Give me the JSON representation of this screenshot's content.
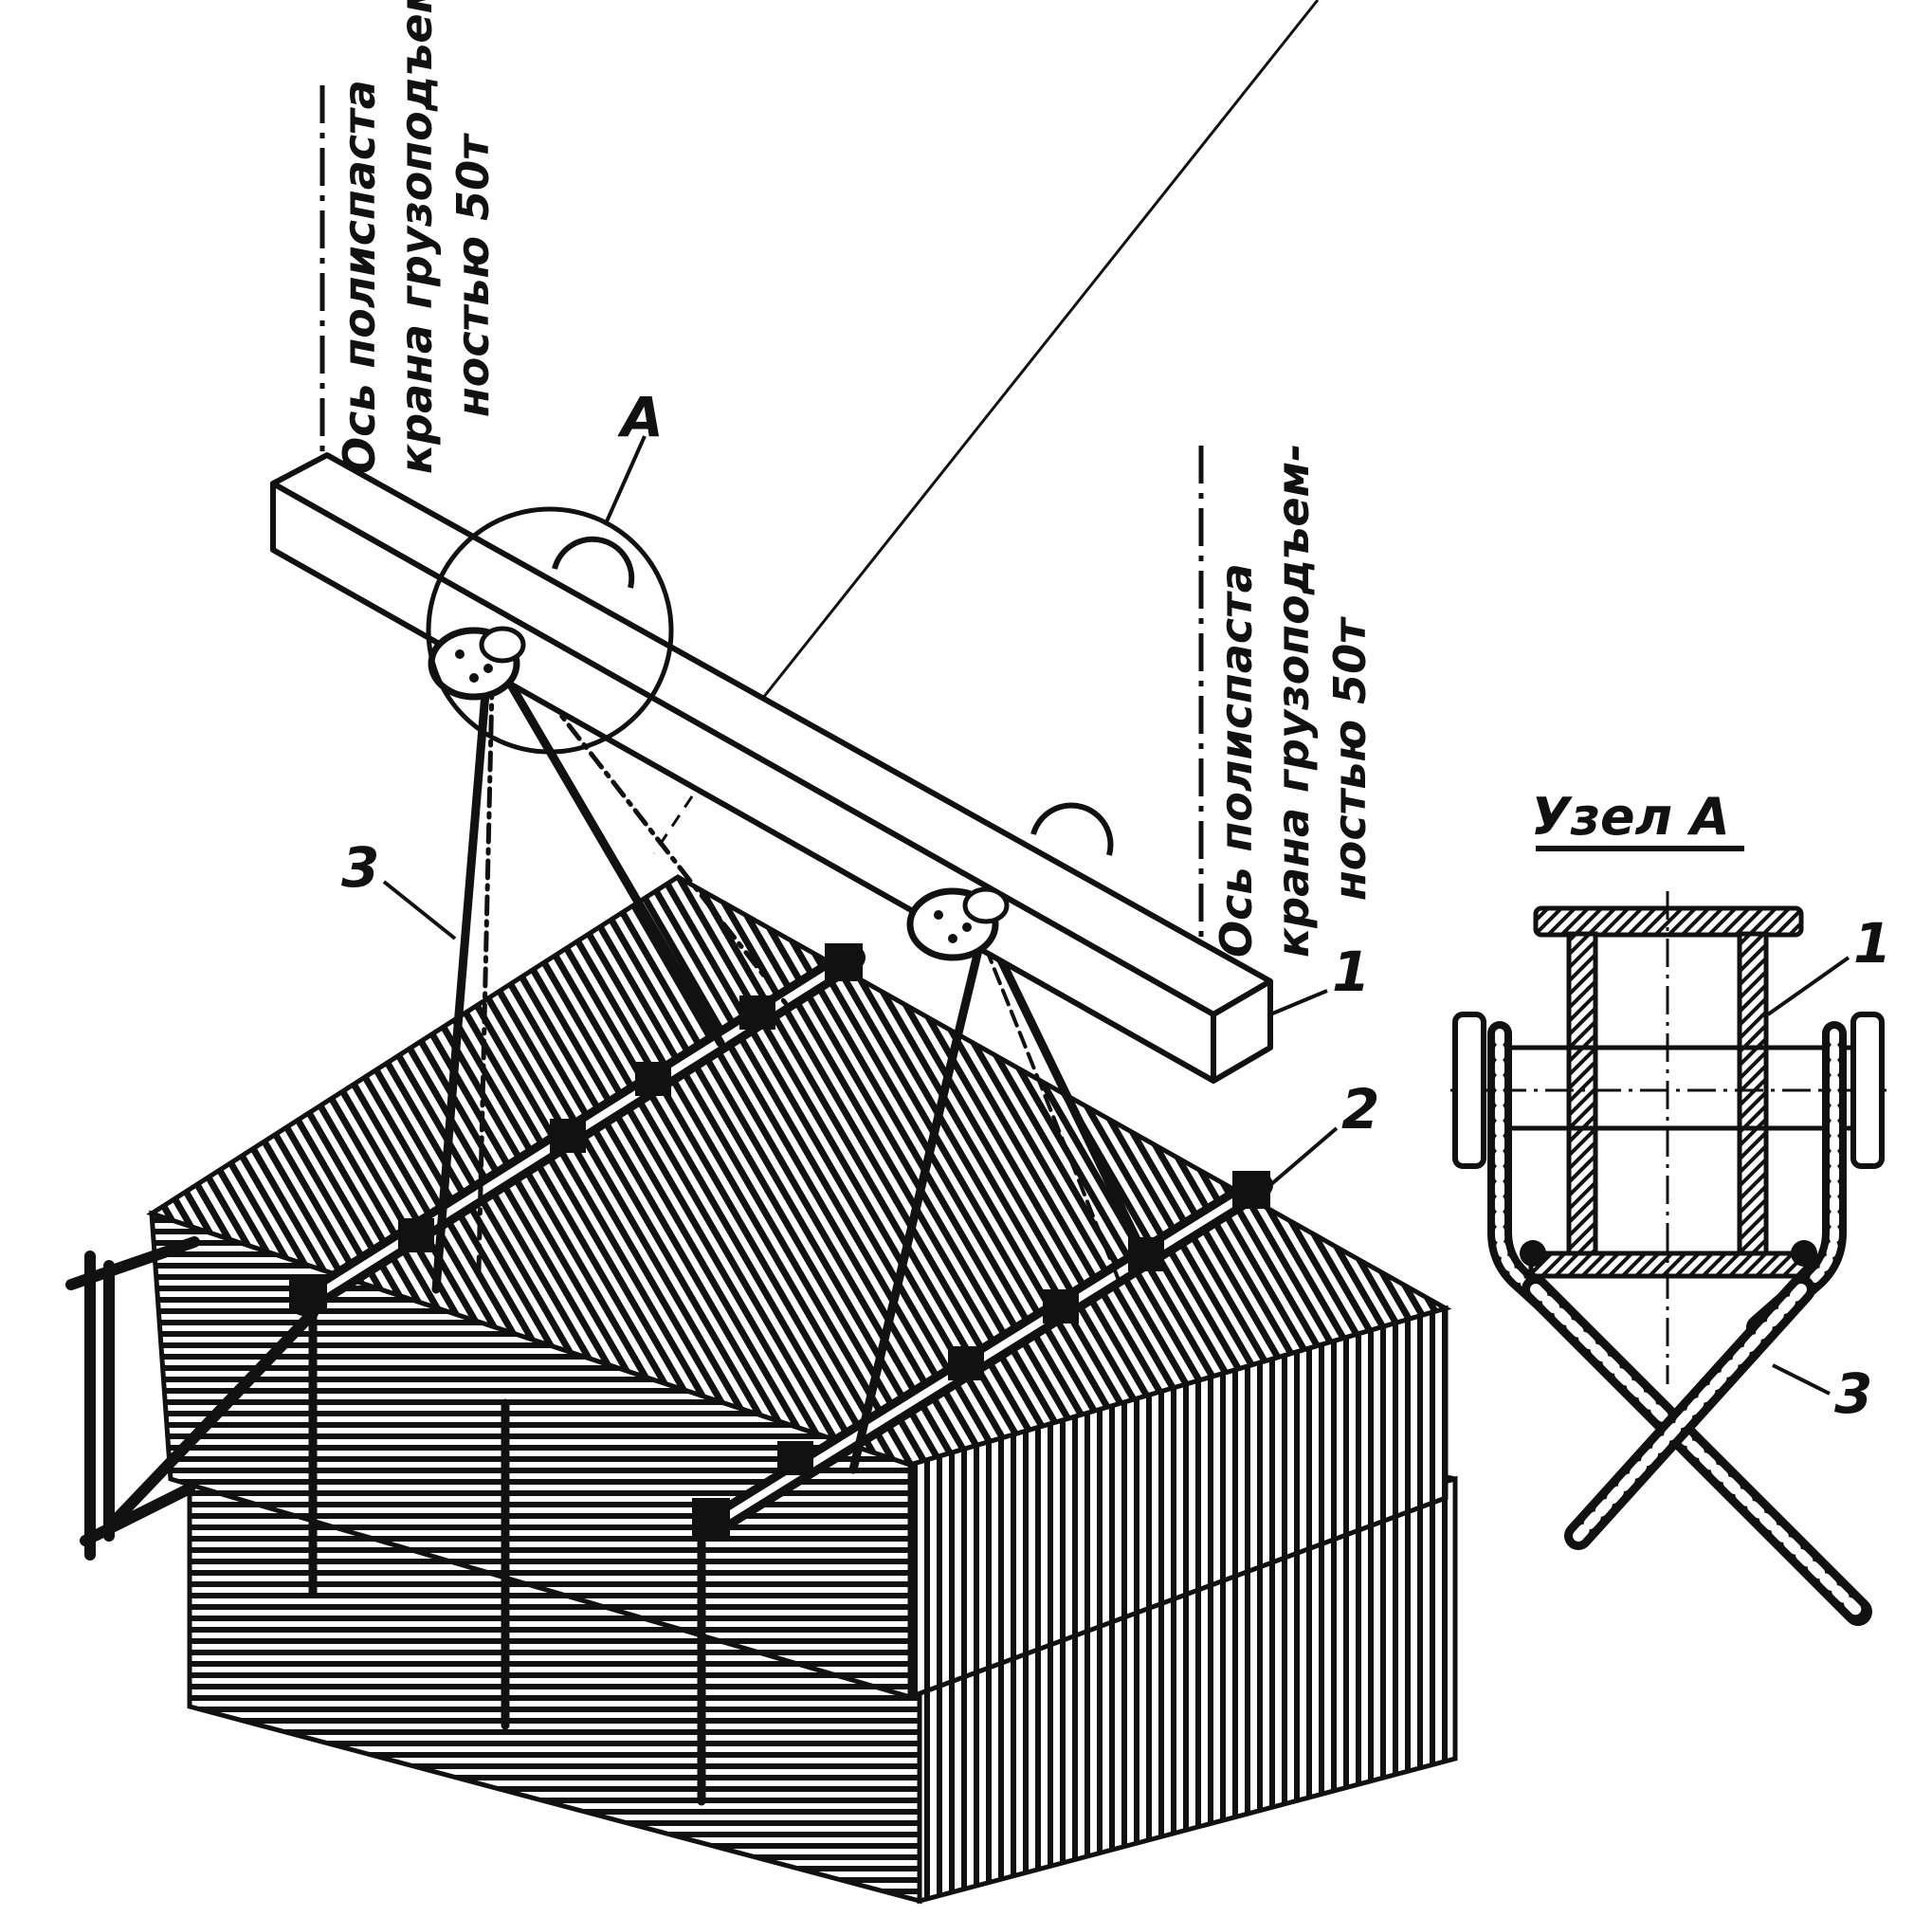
{
  "colors": {
    "ink": "#111111",
    "paper": "#ffffff"
  },
  "annotations": {
    "left_axis": {
      "line1": "Ось полиспаста",
      "line2": "крана грузоподъем-",
      "line3": "ностью  50т"
    },
    "right_axis": {
      "line1": "Ось полиспаста",
      "line2": "крана грузоподъем-",
      "line3": "ностью  50т"
    },
    "node_marker": "А",
    "detail_title": "Узел А"
  },
  "callouts": {
    "c1": "1",
    "c2": "2",
    "c3": "3",
    "detail_c1": "1",
    "detail_c3": "3"
  }
}
